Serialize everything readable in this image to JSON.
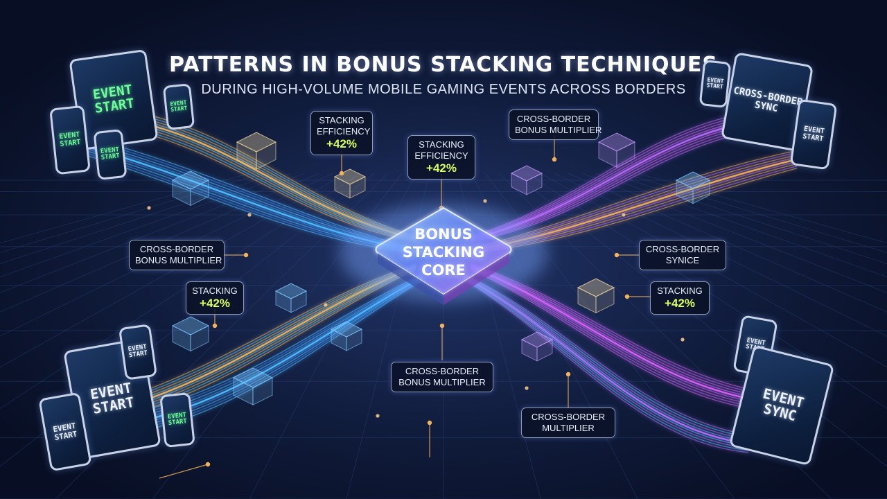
{
  "header": {
    "title": "PATTERNS IN BONUS STACKING TECHNIQUES",
    "subtitle": "DURING HIGH-VOLUME MOBILE GAMING EVENTS ACROSS BORDERS"
  },
  "core": {
    "line1": "BONUS",
    "line2": "STACKING",
    "line3": "CORE"
  },
  "labels": {
    "stacking_efficiency_left": {
      "line1": "STACKING",
      "line2": "EFFICIENCY",
      "value": "+42%"
    },
    "stacking_efficiency_center": {
      "line1": "STACKING",
      "line2": "EFFICIENCY",
      "value": "+42%"
    },
    "cross_border_top_right": {
      "line1": "CROSS-BORDER",
      "line2": "BONUS MULTIPLIER"
    },
    "cross_border_mid_left": {
      "line1": "CROSS-BORDER",
      "line2": "BONUS MULTIPLIER"
    },
    "cross_border_sync_right": {
      "line1": "CROSS-BORDER",
      "line2": "SYNICE"
    },
    "stacking_lower_left": {
      "line1": "STACKING",
      "value": "+42%"
    },
    "stacking_lower_right": {
      "line1": "STACKING",
      "value": "+42%"
    },
    "cross_border_bottom_center": {
      "line1": "CROSS-BORDER",
      "line2": "BONUS MULTIPLIER"
    },
    "cross_border_bottom_right": {
      "line1": "CROSS-BORDER",
      "line2": "MULTIPLIER"
    }
  },
  "devices": {
    "top_left_tablet": {
      "line1": "EVENT",
      "line2": "START"
    },
    "top_left_phone_small": {
      "line1": "EVENT",
      "line2": "START"
    },
    "top_left_phone_mid": {
      "line1": "EVENT",
      "line2": "START"
    },
    "top_left_phone_far": {
      "line1": "EVENT",
      "line2": "START"
    },
    "top_right_tablet": {
      "line1": "CROSS-BORDER",
      "line2": "SYNC"
    },
    "top_right_phone_left": {
      "line1": "EVENT",
      "line2": "START"
    },
    "top_right_phone_right": {
      "line1": "EVENT",
      "line2": "START"
    },
    "bottom_left_tablet": {
      "line1": "EVENT",
      "line2": "START"
    },
    "bottom_left_phone_back": {
      "line1": "EVENT",
      "line2": "START"
    },
    "bottom_left_phone_front": {
      "line1": "EVENT",
      "line2": "START"
    },
    "bottom_left_phone_right": {
      "line1": "EVENT",
      "line2": "START"
    },
    "bottom_right_phone_back": {
      "line1": "EVENT",
      "line2": "START"
    },
    "bottom_right_phone_front": {
      "line1": "EVENT",
      "line2": "SYNC"
    }
  },
  "colors": {
    "background": "#0b1530",
    "stream_cyan": "#4fc3ff",
    "stream_blue": "#3a7bff",
    "stream_gold": "#f4b25a",
    "stream_violet": "#b46bff",
    "stream_magenta": "#e060ff",
    "accent_value": "#d8ff5c",
    "screen_green": "#6cff9a"
  }
}
